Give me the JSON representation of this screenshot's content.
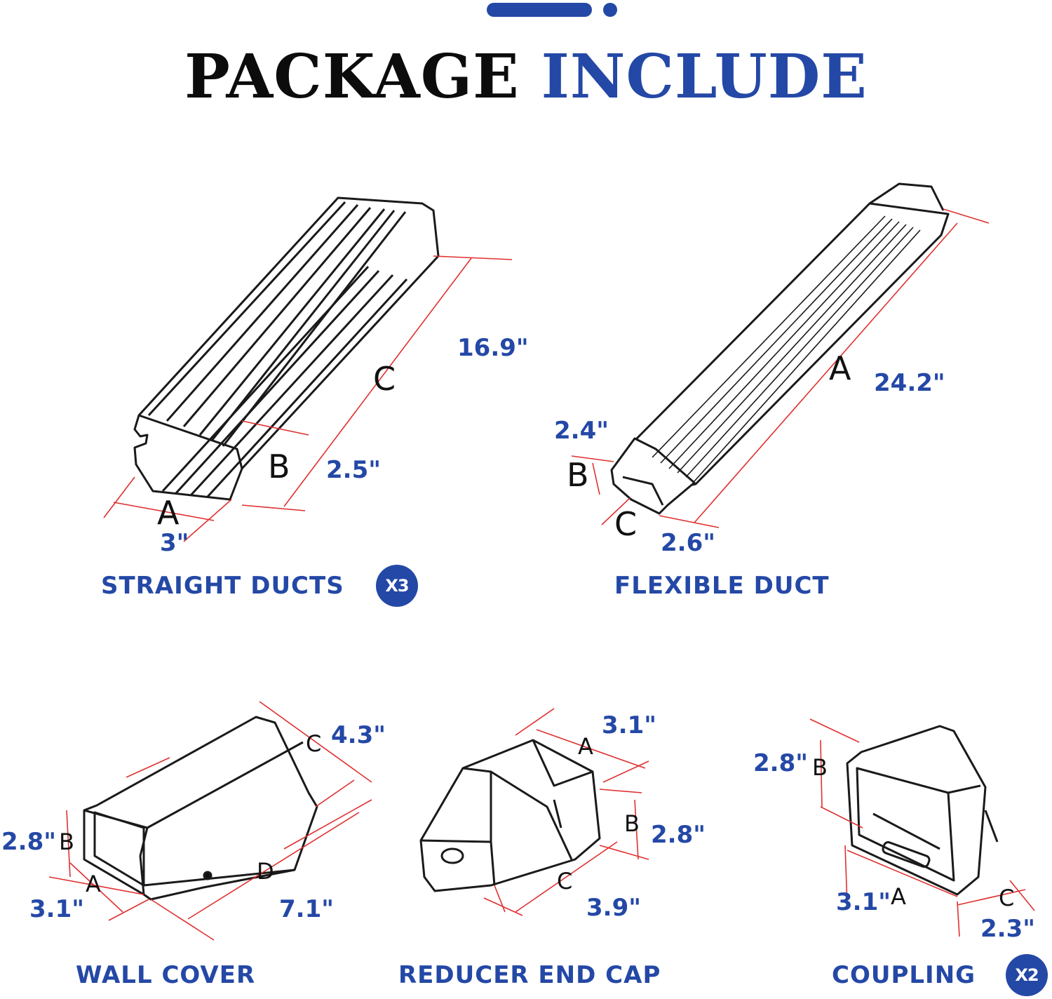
{
  "title": {
    "part1": "PACKAGE",
    "part2": "INCLUDE"
  },
  "colors": {
    "accent": "#2448a6",
    "dimension_line": "#e03030",
    "outline": "#1a1a1a"
  },
  "products": [
    {
      "name": "STRAIGHT DUCTS",
      "quantity": "X3",
      "dims": [
        {
          "letter": "A",
          "value": "3\""
        },
        {
          "letter": "B",
          "value": "2.5\""
        },
        {
          "letter": "C",
          "value": "16.9\""
        }
      ]
    },
    {
      "name": "FLEXIBLE DUCT",
      "dims": [
        {
          "letter": "A",
          "value": "24.2\""
        },
        {
          "letter": "B",
          "value": "2.4\""
        },
        {
          "letter": "C",
          "value": "2.6\""
        }
      ]
    },
    {
      "name": "WALL COVER",
      "dims": [
        {
          "letter": "A",
          "value": "3.1\""
        },
        {
          "letter": "B",
          "value": "2.8\""
        },
        {
          "letter": "C",
          "value": "4.3\""
        },
        {
          "letter": "D",
          "value": "7.1\""
        }
      ]
    },
    {
      "name": "REDUCER END CAP",
      "dims": [
        {
          "letter": "A",
          "value": "3.1\""
        },
        {
          "letter": "B",
          "value": "2.8\""
        },
        {
          "letter": "C",
          "value": "3.9\""
        }
      ]
    },
    {
      "name": "COUPLING",
      "quantity": "X2",
      "dims": [
        {
          "letter": "A",
          "value": "3.1\""
        },
        {
          "letter": "B",
          "value": "2.8\""
        },
        {
          "letter": "C",
          "value": "2.3\""
        }
      ]
    }
  ]
}
